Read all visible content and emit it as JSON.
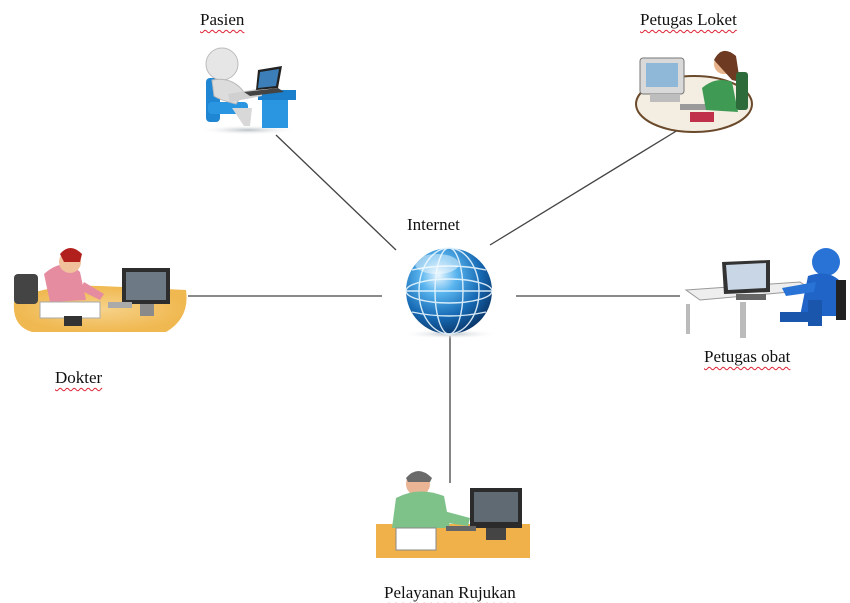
{
  "diagram": {
    "center": {
      "label": "Internet",
      "icon": "globe-icon"
    },
    "nodes": [
      {
        "id": "pasien",
        "label": "Pasien",
        "icon": "user-laptop-icon"
      },
      {
        "id": "petugas-loket",
        "label": "Petugas Loket",
        "icon": "clerk-desk-icon"
      },
      {
        "id": "dokter",
        "label": "Dokter",
        "icon": "doctor-desk-icon"
      },
      {
        "id": "petugas-obat",
        "label": "Petugas obat",
        "icon": "pharmacy-officer-icon"
      },
      {
        "id": "pelayanan-rujukan",
        "label": "Pelayanan Rujukan",
        "icon": "referral-officer-icon"
      }
    ],
    "connections": [
      [
        "internet",
        "pasien"
      ],
      [
        "internet",
        "petugas-loket"
      ],
      [
        "internet",
        "dokter"
      ],
      [
        "internet",
        "petugas-obat"
      ],
      [
        "internet",
        "pelayanan-rujukan"
      ]
    ],
    "colors": {
      "line": "#444444",
      "globe": "#1a6fb8",
      "label_underline": "#dd2233"
    }
  }
}
